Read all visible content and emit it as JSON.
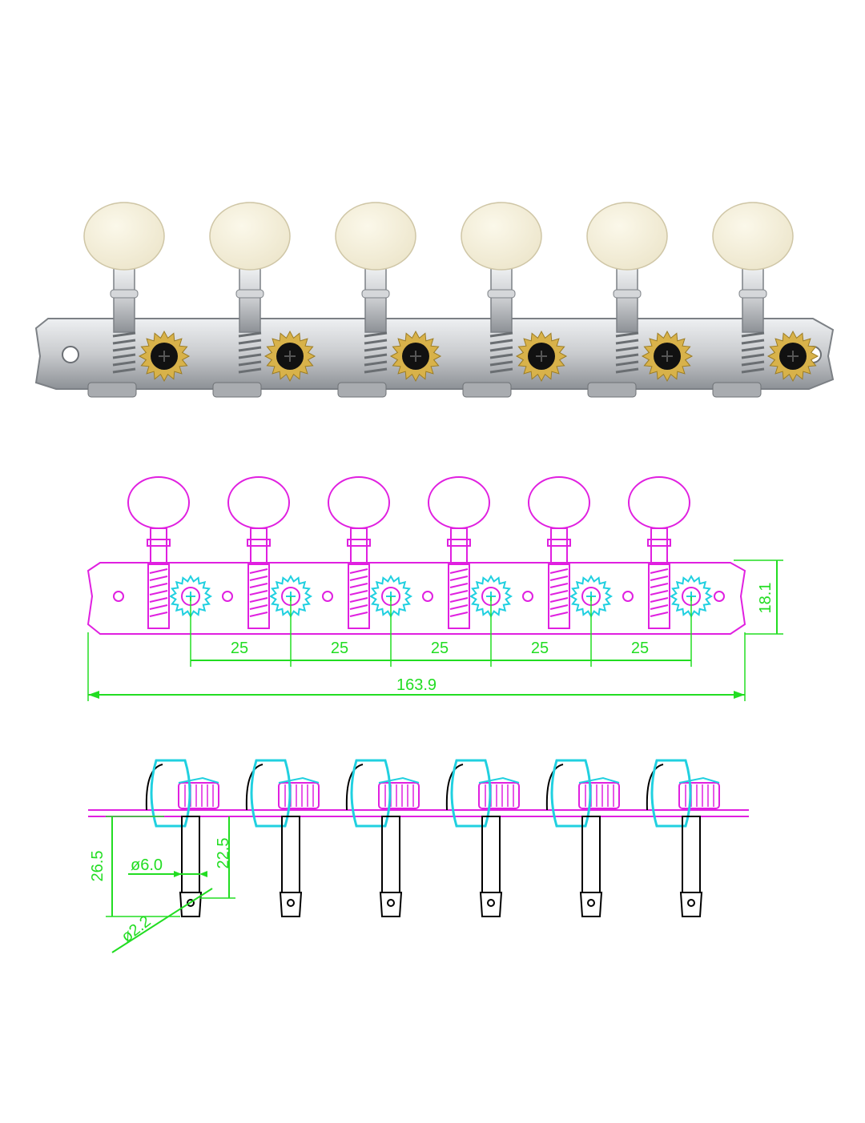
{
  "colors": {
    "background": "#ffffff",
    "outline_magenta": "#e020e0",
    "outline_cyan": "#20d0e0",
    "dimension_green": "#22dd22",
    "outline_black": "#000000",
    "photo_button": "#ede6cc",
    "photo_chrome": "#c9cbce",
    "photo_gear": "#d8b24a",
    "photo_screw": "#111111"
  },
  "photo": {
    "button_count": 6,
    "icon": "tuner-strip-photo"
  },
  "front_view": {
    "tuner_count": 6,
    "dimensions": {
      "spacing_labels": [
        "25",
        "25",
        "25",
        "25",
        "25"
      ],
      "overall_length": "163.9",
      "plate_height": "18.1"
    }
  },
  "side_view": {
    "tuner_count": 6,
    "dimensions": {
      "total_post_height": "26.5",
      "post_length": "22.5",
      "post_diameter": "ø6.0",
      "hole_diameter": "ø2.2"
    }
  }
}
